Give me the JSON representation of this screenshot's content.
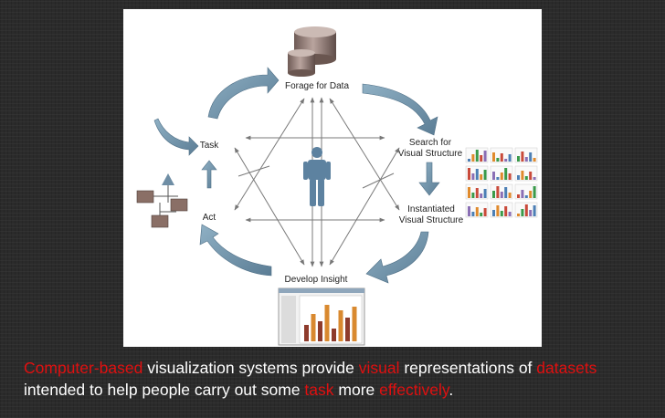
{
  "diagram": {
    "nodes": {
      "forage": "Forage for Data",
      "search_line1": "Search for",
      "search_line2": "Visual Structure",
      "instantiated_line1": "Instantiated",
      "instantiated_line2": "Visual Structure",
      "develop": "Develop Insight",
      "task": "Task",
      "act": "Act"
    }
  },
  "caption": {
    "line1": [
      {
        "text": "Computer-based",
        "highlight": true
      },
      {
        "text": " visualization systems provide ",
        "highlight": false
      },
      {
        "text": "visual",
        "highlight": true
      },
      {
        "text": " representations of ",
        "highlight": false
      },
      {
        "text": "datasets",
        "highlight": true
      }
    ],
    "line2": [
      {
        "text": "intended to help people carry out some ",
        "highlight": false
      },
      {
        "text": "task",
        "highlight": true
      },
      {
        "text": " more ",
        "highlight": false
      },
      {
        "text": "effectively",
        "highlight": true
      },
      {
        "text": ".",
        "highlight": false
      }
    ]
  },
  "colors": {
    "highlight": "#e01010",
    "text": "#ffffff",
    "arrow_fill": "#6e8fa6",
    "person": "#5d82a0"
  }
}
